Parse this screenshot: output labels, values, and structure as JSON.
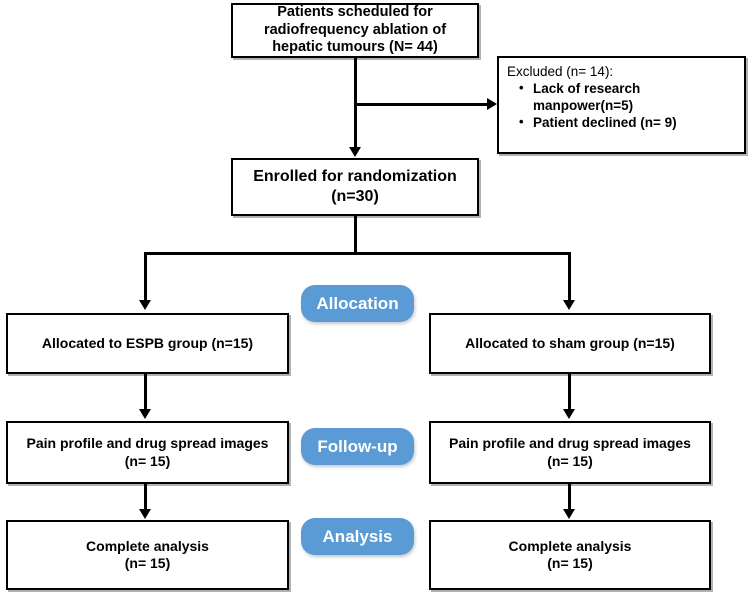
{
  "diagram": {
    "type": "consort-flow-diagram",
    "accent_color": "#5B9BD5",
    "border_color": "#000000",
    "background_color": "#FFFFFF"
  },
  "enrollment": {
    "screened": {
      "line1": "Patients scheduled for",
      "line2": "radiofrequency ablation of",
      "line3": "hepatic tumours (N= 44)",
      "total": 44
    },
    "excluded": {
      "title": "Excluded (n= 14):",
      "total": 14,
      "reasons": [
        {
          "line1": "Lack of research",
          "line2": "manpower(n=5)",
          "n": 5
        },
        {
          "line1": "Patient declined (n= 9)",
          "line2": "",
          "n": 9
        }
      ]
    },
    "enrolled": {
      "line1": "Enrolled for randomization",
      "line2": "(n=30)",
      "total": 30
    }
  },
  "stages": {
    "allocation": "Allocation",
    "followup": "Follow-up",
    "analysis": "Analysis"
  },
  "arms": {
    "left": {
      "allocation": {
        "line1": "Allocated to ESPB group (n=15)",
        "line2": "",
        "n": 15
      },
      "followup": {
        "line1": "Pain profile and drug spread images",
        "line2": "(n= 15)",
        "n": 15
      },
      "analysis": {
        "line1": "Complete analysis",
        "line2": "(n= 15)",
        "n": 15
      }
    },
    "right": {
      "allocation": {
        "line1": "Allocated to sham group (n=15)",
        "line2": "",
        "n": 15
      },
      "followup": {
        "line1": "Pain profile and drug spread images",
        "line2": "(n= 15)",
        "n": 15
      },
      "analysis": {
        "line1": "Complete analysis",
        "line2": "(n= 15)",
        "n": 15
      }
    }
  }
}
